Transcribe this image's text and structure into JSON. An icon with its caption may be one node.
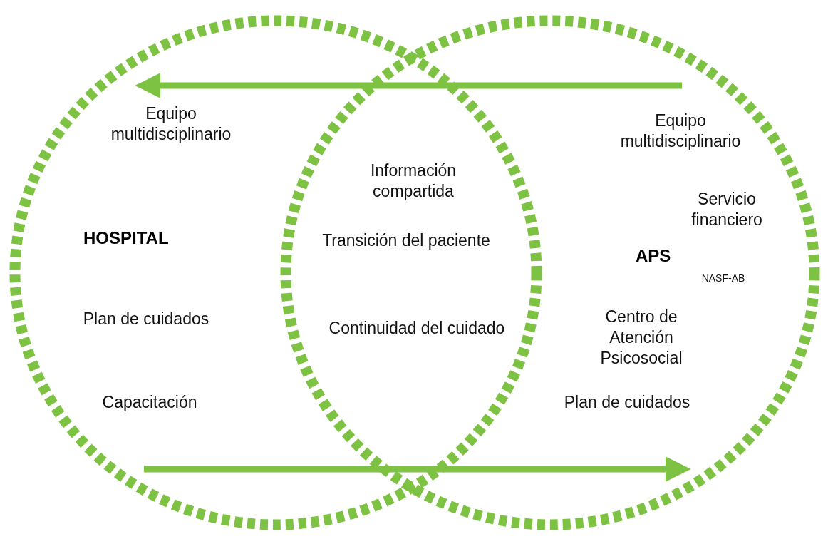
{
  "diagram": {
    "nodes": [
      {
        "text": [
          "HOSPITAL"
        ]
      },
      {
        "text": [
          "APS"
        ]
      }
    ],
    "edges": [
      {
        "from": 1,
        "to": 0,
        "arrow": "to"
      },
      {
        "from": 0,
        "to": 1,
        "arrow": "to"
      }
    ],
    "labels": [
      "Equipo multidisciplinario",
      "Equipo multidisciplinario",
      "Información compartida",
      "Servicio financiero",
      "Transición del paciente",
      "NASF-AB",
      "Plan de cuidados",
      "Centro de Atención Psicosocial",
      "Continuidad del cuidado",
      "Capacitación",
      "Plan de cuidados"
    ]
  }
}
